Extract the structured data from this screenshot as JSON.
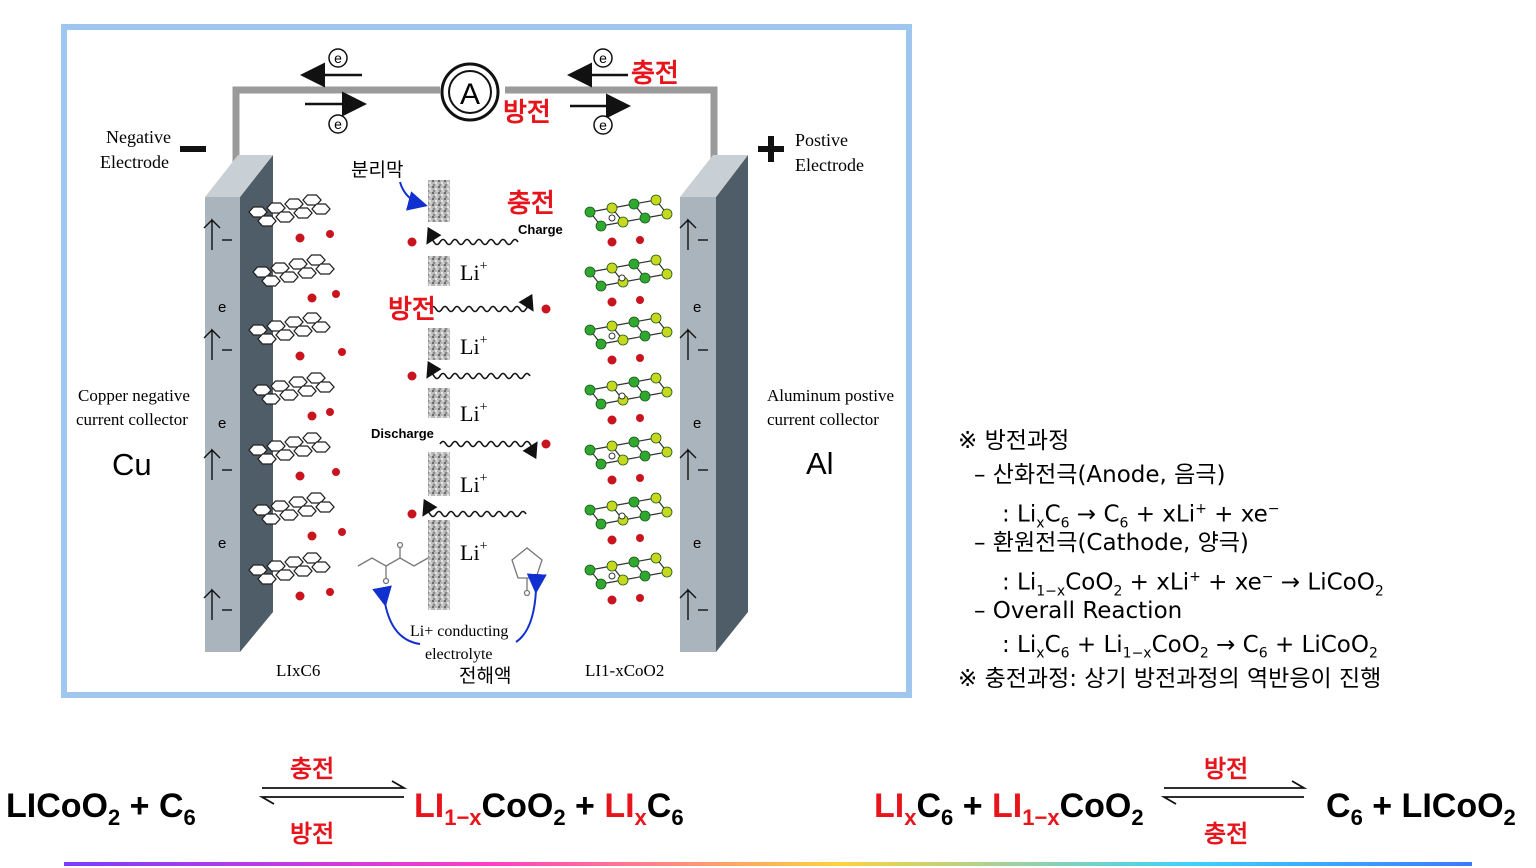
{
  "battery": {
    "negative_label_1": "Negative",
    "negative_label_2": "Electrode",
    "positive_label_1": "Postive",
    "positive_label_2": "Electrode",
    "minus_sign": "−",
    "plus_sign": "+",
    "ammeter": "A",
    "electron_symbol": "e",
    "charge_ko": "충전",
    "discharge_ko": "방전",
    "separator_ko": "분리막",
    "charge_en": "Charge",
    "discharge_en": "Discharge",
    "li_ion": "Li",
    "li_plus": "+",
    "cu_collector_1": "Copper negative",
    "cu_collector_2": "current collector",
    "al_collector_1": "Aluminum postive",
    "al_collector_2": "current collector",
    "cu": "Cu",
    "al": "Al",
    "electrolyte_1": "Li+ conducting",
    "electrolyte_2": "electrolyte",
    "electrolyte_ko": "전해액",
    "anode_formula": "LIxC6",
    "cathode_formula": "LI1-xCoO2",
    "colors": {
      "frame": "#9ec6ee",
      "red": "#e8141c",
      "lithium": "#c8141e",
      "blue_arrow": "#1030d0"
    }
  },
  "notes": {
    "discharge_title": "※ 방전과정",
    "oxidation": "– 산화전극(Anode, 음극)",
    "oxidation_eq": ": LixC6 → C6 + xLi+ + xe−",
    "reduction": "– 환원전극(Cathode, 양극)",
    "reduction_eq": ": Li1-xCoO2 + xLi+ + xe− → LiCoO2",
    "overall": "– Overall Reaction",
    "overall_eq": ": LixC6 + Li1-xCoO2 → C6 + LiCoO2",
    "charge_note": "※ 충전과정: 상기 방전과정의 역반응이 진행"
  },
  "equations": {
    "left": {
      "reactant": "LICoO2 + C6",
      "top_label": "충전",
      "bottom_label": "방전",
      "product": "LI1-xCoO2 + LIxC6"
    },
    "right": {
      "reactant": "LIxC6 + LI1-xCoO2",
      "top_label": "방전",
      "bottom_label": "충전",
      "product": "C6 + LICoO2"
    }
  }
}
